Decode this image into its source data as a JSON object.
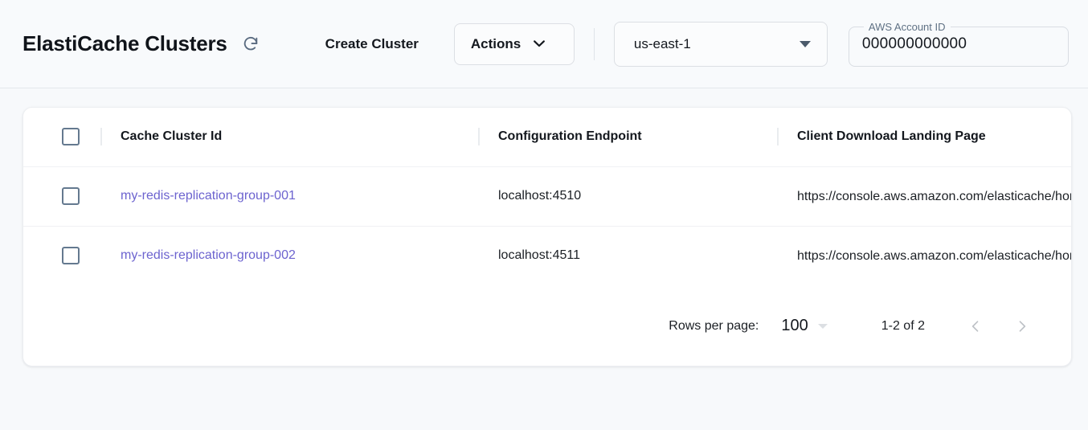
{
  "header": {
    "title": "ElastiCache Clusters",
    "refresh_icon": "refresh-icon",
    "create_cluster_label": "Create Cluster",
    "actions_label": "Actions",
    "actions_icon": "chevron-down-icon",
    "region": {
      "value": "us-east-1",
      "icon": "triangle-down-icon"
    },
    "account": {
      "label": "AWS Account ID",
      "value": "000000000000"
    }
  },
  "table": {
    "columns": [
      {
        "key": "select",
        "label": ""
      },
      {
        "key": "cache_cluster_id",
        "label": "Cache Cluster Id"
      },
      {
        "key": "configuration_endpoint",
        "label": "Configuration Endpoint"
      },
      {
        "key": "client_download_landing_page",
        "label": "Client Download Landing Page"
      }
    ],
    "rows": [
      {
        "cache_cluster_id": "my-redis-replication-group-001",
        "configuration_endpoint": "localhost:4510",
        "client_download_landing_page": "https://console.aws.amazon.com/elasticache/home#client-download:"
      },
      {
        "cache_cluster_id": "my-redis-replication-group-002",
        "configuration_endpoint": "localhost:4511",
        "client_download_landing_page": "https://console.aws.amazon.com/elasticache/home#client-download:"
      }
    ]
  },
  "pagination": {
    "rows_per_page_label": "Rows per page:",
    "rows_per_page_value": "100",
    "range_label": "1-2 of 2",
    "prev_icon": "chevron-left-icon",
    "next_icon": "chevron-right-icon"
  },
  "colors": {
    "link": "#6c63cf",
    "page_bg": "#f7f9fb",
    "card_bg": "#ffffff",
    "checkbox_border": "#64798f"
  }
}
